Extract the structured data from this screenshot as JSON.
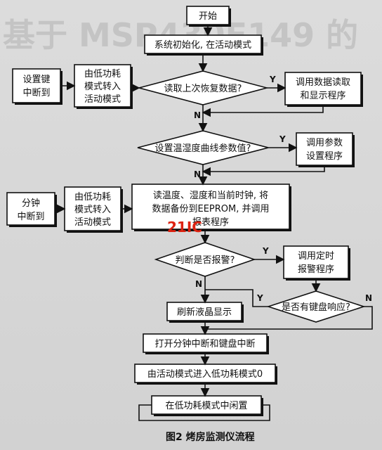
{
  "nodes": {
    "start": "开始",
    "init": "系统初始化, 在活动模式",
    "key_interrupt": [
      "设置键",
      "中断到"
    ],
    "low_to_active_1": [
      "由低功耗",
      "模式转入",
      "活动模式"
    ],
    "read_recover": "读取上次恢复数据?",
    "call_read_display": [
      "调用数据读取",
      "和显示程序"
    ],
    "set_params_q": "设置温湿度曲线参数值?",
    "call_param_set": [
      "调用参数",
      "设置程序"
    ],
    "minute_interrupt": [
      "分钟",
      "中断到"
    ],
    "low_to_active_2": [
      "由低功耗",
      "模式转入",
      "活动模式"
    ],
    "read_sensors": [
      "读温度、湿度和当前时钟, 将",
      "数据备份到EEPROM, 并调用",
      "报表程序"
    ],
    "alarm_q": "判断是否报警?",
    "call_alarm": [
      "调用定时",
      "报警程序"
    ],
    "key_response_q": "是否有键盘响应?",
    "refresh_lcd": "刷新液晶显示",
    "open_interrupts": "打开分钟中断和键盘中断",
    "to_low_power": "由活动模式进入低功耗模式0",
    "idle": "在低功耗模式中闲置"
  },
  "labels": {
    "yes": "Y",
    "no": "N"
  },
  "caption": "图2   烤房监测仪流程",
  "watermark": "21IC",
  "background_fragments": [
    "基于 MSP430F149 的"
  ]
}
